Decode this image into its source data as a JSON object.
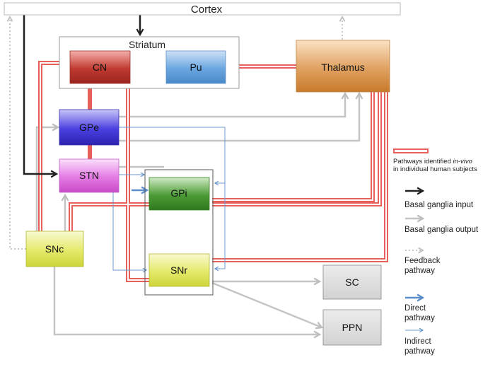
{
  "nodes": {
    "cortex": "Cortex",
    "striatum": "Striatum",
    "cn": "CN",
    "pu": "Pu",
    "thalamus": "Thalamus",
    "gpe": "GPe",
    "stn": "STN",
    "gpi": "GPi",
    "snr": "SNr",
    "snc": "SNc",
    "sc": "SC",
    "ppn": "PPN"
  },
  "legend": {
    "invivo_line1_prefix": "Pathways identified ",
    "invivo_line1_italic": "in-vivo",
    "invivo_line2": "in individual human subjects",
    "input": "Basal ganglia input",
    "output": "Basal ganglia output",
    "feedback_line1": "Feedback",
    "feedback_line2": "pathway",
    "direct_line1": "Direct",
    "direct_line2": "pathway",
    "indirect_line1": "Indirect",
    "indirect_line2": "pathway"
  },
  "colors": {
    "invivo_highlight": "#e8605a",
    "input_arrow": "#222222",
    "output_arrow": "#bfbfbf",
    "feedback_arrow": "#c8c8c8",
    "direct_arrow": "#5b8ec8",
    "indirect_arrow": "#6a9ad0",
    "cn_fill": "#b8322a",
    "pu_fill": "#5b9bd5",
    "thalamus_fill": "#d4873a",
    "gpe_fill": "#3b30c8",
    "stn_fill": "#d050d0",
    "gpi_fill": "#3e8a2a",
    "snr_fill": "#d8e04a",
    "snc_fill": "#d8e04a",
    "sc_fill": "#d9d9d9",
    "ppn_fill": "#d9d9d9"
  }
}
